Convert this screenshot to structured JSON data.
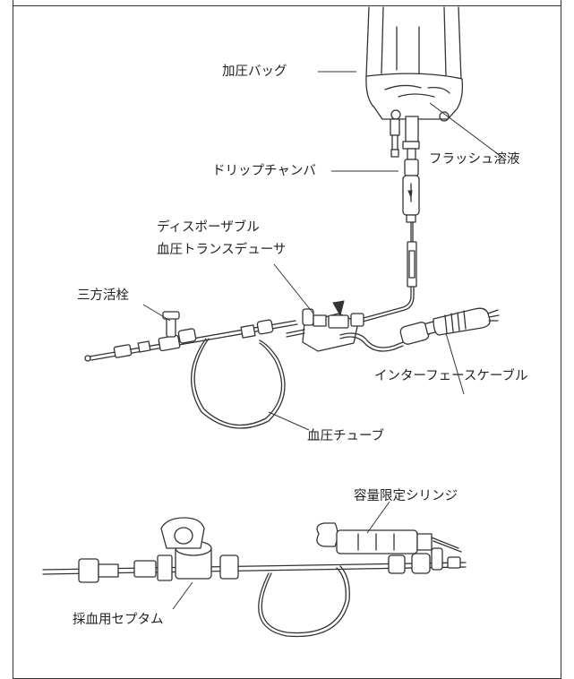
{
  "labels": {
    "pressure_bag": "加圧バッグ",
    "flush_solution": "フラッシュ溶液",
    "drip_chamber": "ドリップチャンバ",
    "disposable_transducer_line1": "ディスポーザブル",
    "disposable_transducer_line2": "血圧トランスデューサ",
    "three_way_stopcock": "三方活栓",
    "interface_cable": "インターフェースケーブル",
    "pressure_tube": "血圧チューブ",
    "volume_limited_syringe": "容量限定シリンジ",
    "sampling_septum": "採血用セプタム"
  },
  "colors": {
    "line": "#333333",
    "background": "#ffffff"
  }
}
